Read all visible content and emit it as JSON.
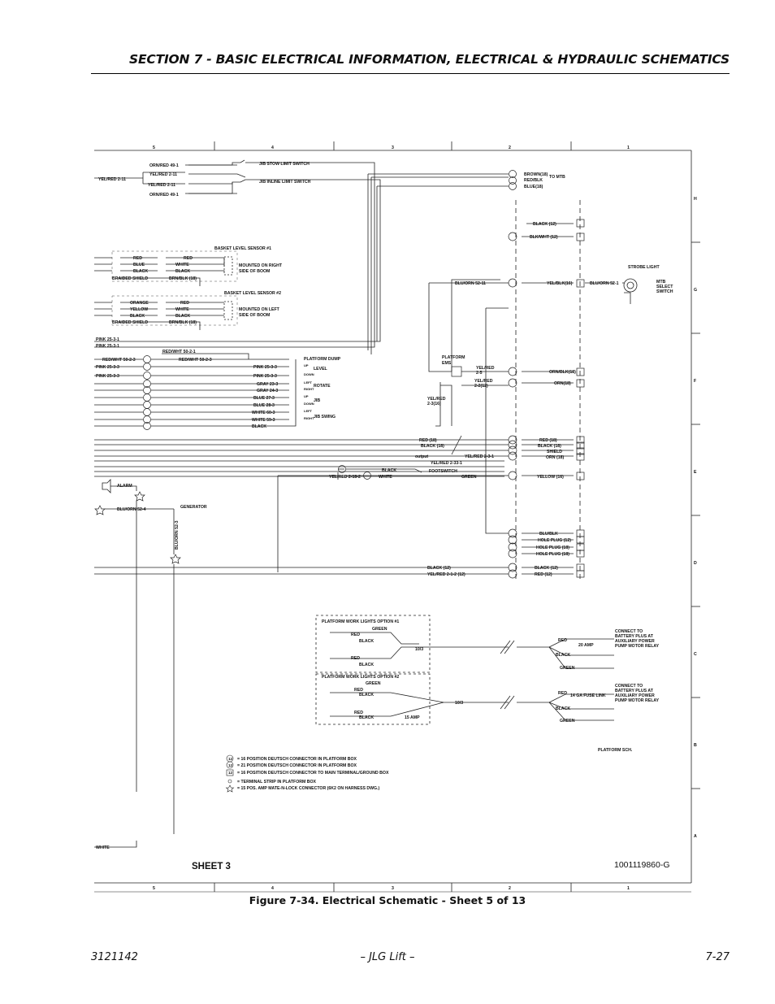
{
  "header": {
    "title": "SECTION 7 - BASIC ELECTRICAL INFORMATION, ELECTRICAL & HYDRAULIC SCHEMATICS"
  },
  "schematic": {
    "grid_columns": [
      "5",
      "4",
      "3",
      "2",
      "1"
    ],
    "grid_rows": [
      "H",
      "G",
      "F",
      "E",
      "D",
      "C",
      "B",
      "A"
    ],
    "sheet_label": "SHEET 3",
    "drawing_number": "1001119860-G",
    "jib": {
      "wires": [
        "ORN/RED 49-1",
        "YEL/RED 2-11",
        "YEL/RED 2-11",
        "ORN/RED 49-1"
      ],
      "source": "YEL/RED 2-11",
      "stow_switch": "JIB STOW LIMIT SWITCH",
      "inline_switch": "JIB INLINE LIMIT SWITCH"
    },
    "mtb": {
      "wires": [
        "BROWN(18)",
        "RED/BLK",
        "BLUE(18)"
      ],
      "label": "TO MTB"
    },
    "black12": "BLACK (12)",
    "blkwht12": "BLK/WHT (12)",
    "sensor1": {
      "title": "BASKET LEVEL SENSOR #1",
      "left": [
        "RED",
        "BLUE",
        "BLACK"
      ],
      "right": [
        "RED",
        "WHITE",
        "BLACK"
      ],
      "shield": "BRAIDED SHIELD",
      "shield_wire": "BRN/BLK (18)",
      "mount": [
        "MOUNTED ON RIGHT",
        "SIDE OF BOOM"
      ]
    },
    "sensor2": {
      "title": "BASKET LEVEL SENSOR #2",
      "left": [
        "ORANGE",
        "YELLOW",
        "BLACK"
      ],
      "right": [
        "RED",
        "WHITE",
        "BLACK"
      ],
      "shield": "BRAIDED SHIELD",
      "shield_wire": "BRN/BLK (18)",
      "mount": [
        "MOUNTED ON LEFT",
        "SIDE OF BOOM"
      ]
    },
    "strobe": {
      "label": "STROBE LIGHT",
      "wire1": "BLU/ORN 52-11",
      "wire2": "YEL/BLK(16)",
      "wire3": "BLU/ORN 52-1",
      "switch": [
        "MTB",
        "SELECT",
        "SWITCH"
      ]
    },
    "pink": [
      "PINK 25-3-1",
      "PINK 25-3-1"
    ],
    "valves": {
      "wires_left": [
        "RED/WHT 50-2-3",
        "PINK 25-3-3",
        "PINK 25-3-3"
      ],
      "redwht_top": "RED/WHT 50-2-1",
      "redwht_right": "RED/WHT 50-2-3",
      "wires_right": [
        "PINK 25-3-3",
        "PINK 25-3-3",
        "GRAY 23-3",
        "GRAY 24-3",
        "BLUE 27-3",
        "BLUE 28-3",
        "WHITE 60-3",
        "WHITE 59-3",
        "BLACK"
      ],
      "coil_labels": [
        "UP",
        "DOWN",
        "LEFT",
        "RIGHT",
        "UP",
        "DOWN",
        "LEFT",
        "RIGHT"
      ],
      "functions": [
        "PLATFORM DUMP",
        "LEVEL",
        "ROTATE",
        "JIB",
        "JIB SWING"
      ]
    },
    "ems": {
      "label": [
        "PLATFORM",
        "EMS"
      ],
      "wire_a": [
        "YEL/RED",
        "2-5"
      ],
      "wire_b": [
        "YEL/RED",
        "2-2(12)"
      ],
      "wire_c": [
        "YEL/RED",
        "2-3(16)"
      ],
      "out1": "ORN/BLK(18)",
      "out2": "ORN(18)"
    },
    "power": {
      "left": [
        "RED (18)",
        "BLACK (18)",
        "output"
      ],
      "right": [
        "RED (18)",
        "BLACK (18)",
        "SHIELD",
        "ORN (18)"
      ],
      "yelred": "YEL/RED 2-3-1",
      "yelred2": "YEL/RED 2-33-1"
    },
    "footswitch": {
      "label": "FOOTSWITCH",
      "black": "BLACK",
      "white": "WHITE",
      "green": "GREEN",
      "wire": "YEL/RED 2-18-2",
      "yellow": "YELLOW (16)"
    },
    "alarm": "ALARM",
    "generator": {
      "label": "GENERATOR",
      "wire": "BLU/ORN 52-4",
      "vertical": "BLU/ORN 52-3"
    },
    "plugs": [
      "BLU/BLK",
      "HOLE PLUG (12)",
      "HOLE PLUG (18)",
      "HOLE PLUG (18)"
    ],
    "bottom": {
      "left": [
        "BLACK (12)",
        "YEL/RED 2-1-2 (12)"
      ],
      "right": [
        "BLACK (12)",
        "RED (12)"
      ]
    },
    "work1": {
      "title": "PLATFORM WORK LIGHTS OPTION #1",
      "green": "GREEN",
      "red": [
        "RED",
        "RED"
      ],
      "black": [
        "BLACK",
        "BLACK"
      ],
      "cable": "10/3",
      "amp": "20 AMP"
    },
    "work2": {
      "title": "PLATFORM WORK LIGHTS OPTION #2",
      "green": "GREEN",
      "red": [
        "RED",
        "RED"
      ],
      "black": [
        "BLACK",
        "BLACK"
      ],
      "cable": "10/3",
      "amp": "15 AMP",
      "fuse": "14 GA FUSE LINK"
    },
    "battery": [
      "CONNECT TO",
      "BATTERY PLUS AT",
      "AUXILIARY POWER",
      "PUMP MOTOR RELAY"
    ],
    "out_wires": [
      "RED",
      "BLACK",
      "GREEN"
    ],
    "platform_sch": "PLATFORM SCH.",
    "legend": [
      {
        "sym": "12",
        "text": "= 16 POSITION DEUTSCH   CONNECTOR IN PLATFORM BOX"
      },
      {
        "sym": "12",
        "text": "= 21 POSITION DEUTSCH   CONNECTOR IN PLATFORM BOX"
      },
      {
        "sym": "12",
        "text": "= 16 POSITION DEUTSCH   CONNECTOR TO MAIN TERMINAL/GROUND BOX"
      },
      {
        "sym": "",
        "text": "= TERMINAL STRIP IN PLATFORM BOX"
      },
      {
        "sym": "",
        "text": "= 15 POS. AMP MATE-N-LOCK CONNECTOR (6K2 ON HARNESS DWG.)"
      }
    ],
    "white": "WHITE"
  },
  "caption": "Figure 7-34.  Electrical Schematic - Sheet 5 of 13",
  "footer": {
    "left": "3121142",
    "center": "– JLG Lift –",
    "right": "7-27"
  }
}
